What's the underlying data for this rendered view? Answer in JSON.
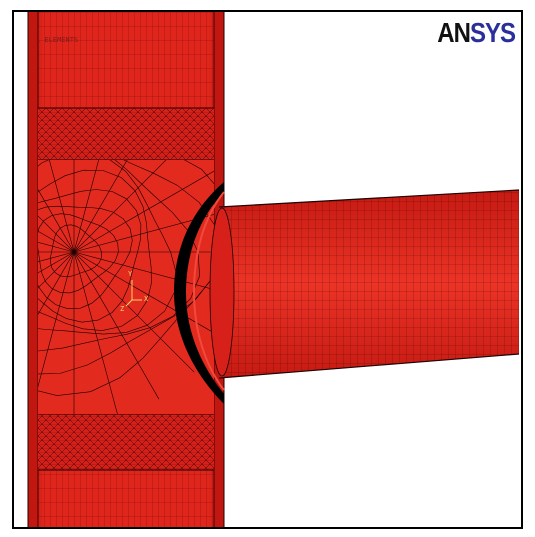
{
  "logo": {
    "part1": "AN",
    "part2": "SYS"
  },
  "top_left_label": "1 ELEMENTS",
  "triad": {
    "x_label": "X",
    "y_label": "Y",
    "z_label": "Z"
  },
  "colors": {
    "mesh_fill": "#e0251c",
    "mesh_fill_light": "#f04a3c",
    "mesh_line": "#1a0000",
    "contact_band": "#000000",
    "logo_sys": "#2a2f9c",
    "triad": "#f3d36b"
  },
  "icons": {
    "logo": "ansys-logo"
  }
}
